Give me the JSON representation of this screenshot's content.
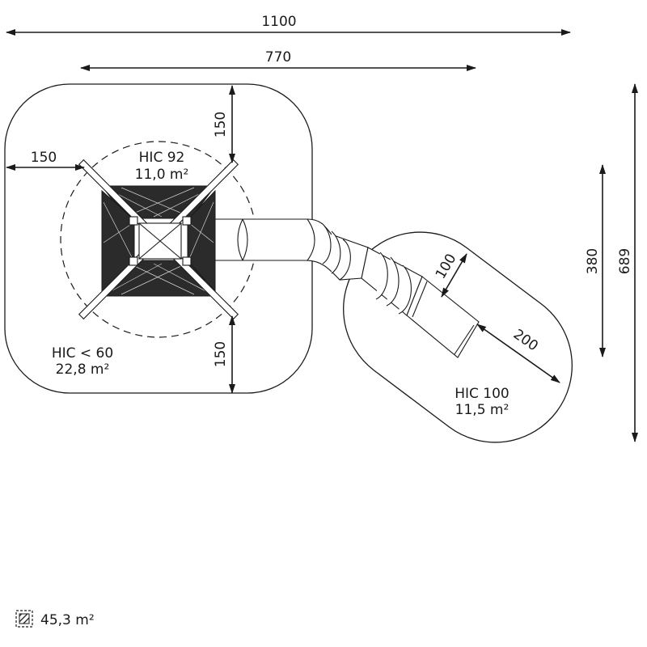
{
  "dimensions": {
    "overall_width": "1100",
    "play_area_width": "770",
    "left_margin": "150",
    "top_margin": "150",
    "bottom_margin": "150",
    "slide_exit_width": "100",
    "slide_exit_length": "200",
    "slide_zone_depth": "380",
    "overall_depth": "689"
  },
  "zones": {
    "tower_hic_label": "HIC 92",
    "tower_hic_area": "11,0 m²",
    "base_hic_label": "HIC < 60",
    "base_hic_area": "22,8 m²",
    "slide_hic_label": "HIC 100",
    "slide_hic_area": "11,5 m²"
  },
  "legend": {
    "total_area": "45,3 m²"
  }
}
